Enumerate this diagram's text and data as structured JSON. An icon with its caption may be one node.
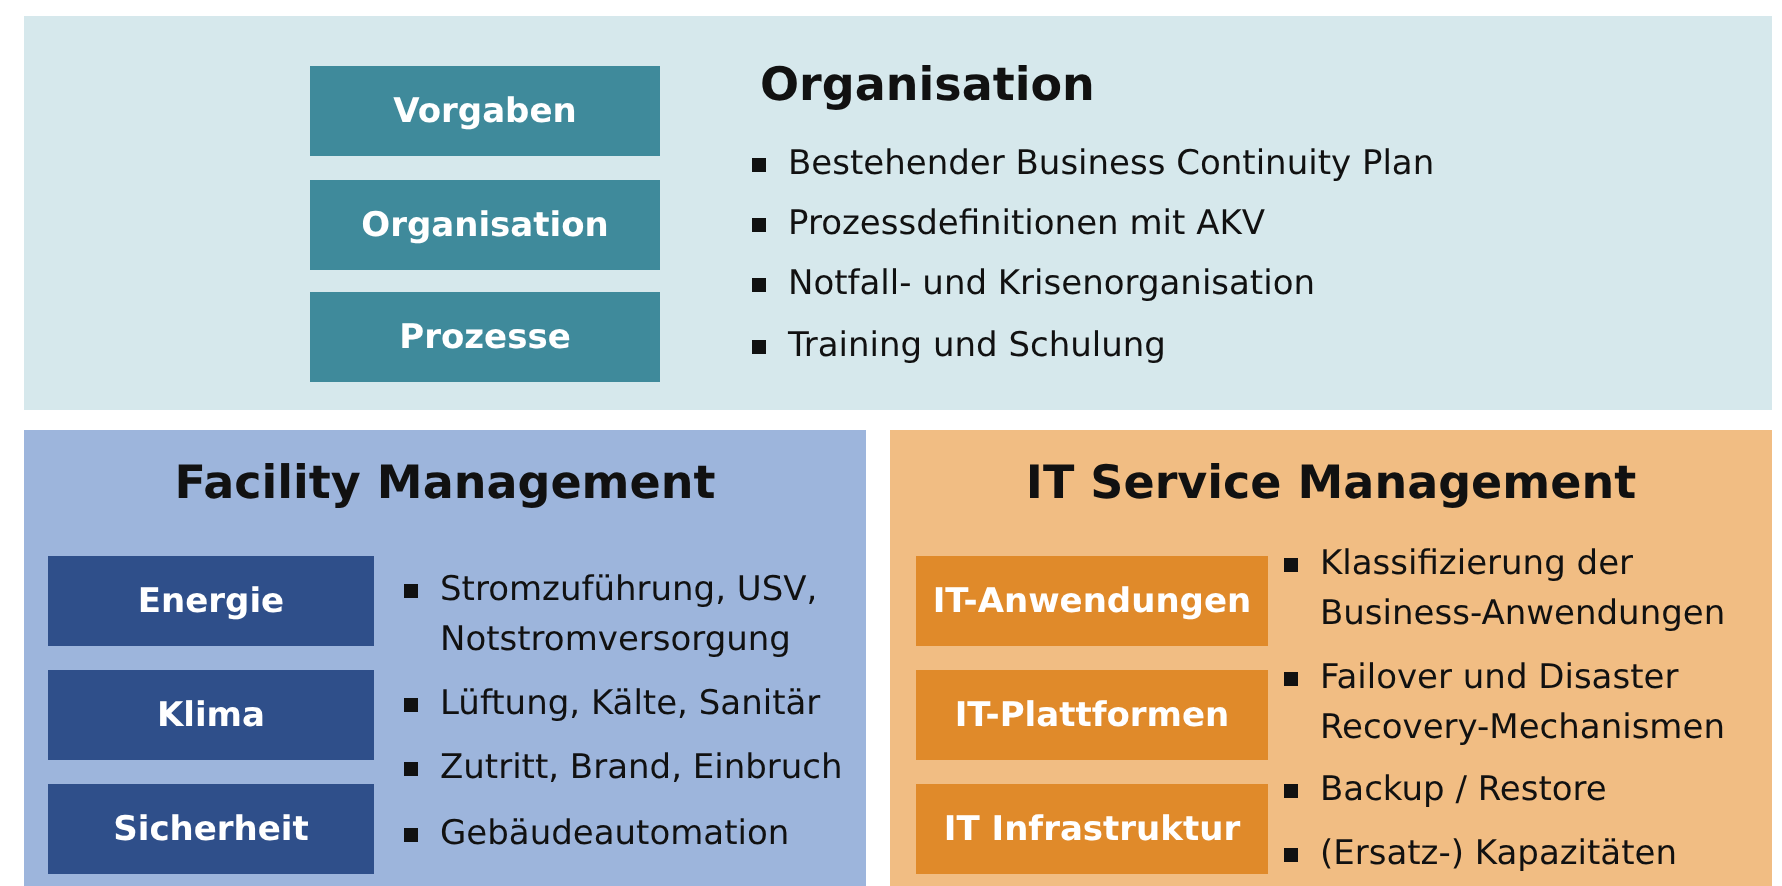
{
  "diagram": {
    "nodes": [
      {
        "text": [
          "Organisation",
          "Bestehender Business Continuity Plan",
          "Prozessdefinitionen mit AKV",
          "Notfall- und Krisenorganisation",
          "Training und Schulung"
        ]
      },
      {
        "text": [
          "Vorgaben"
        ],
        "in": 0
      },
      {
        "text": [
          "Organisation"
        ],
        "in": 0
      },
      {
        "text": [
          "Prozesse"
        ],
        "in": 0
      },
      {
        "text": [
          "Facility Management",
          "Stromzuführung, USV, Notstromversorgung",
          "Lüftung, Kälte, Sanitär",
          "Zutritt, Brand, Einbruch",
          "Gebäudeautomation"
        ]
      },
      {
        "text": [
          "Energie"
        ],
        "in": 4
      },
      {
        "text": [
          "Klima"
        ],
        "in": 4
      },
      {
        "text": [
          "Sicherheit"
        ],
        "in": 4
      },
      {
        "text": [
          "IT Service Management",
          "Klassifizierung der Business-Anwendungen",
          "Failover und Disaster Recovery-Mechanismen",
          "Backup / Restore",
          "(Ersatz-) Kapazitäten"
        ]
      },
      {
        "text": [
          "IT-Anwendungen"
        ],
        "in": 8
      },
      {
        "text": [
          "IT-Plattformen"
        ],
        "in": 8
      },
      {
        "text": [
          "IT Infrastruktur"
        ],
        "in": 8
      }
    ]
  }
}
